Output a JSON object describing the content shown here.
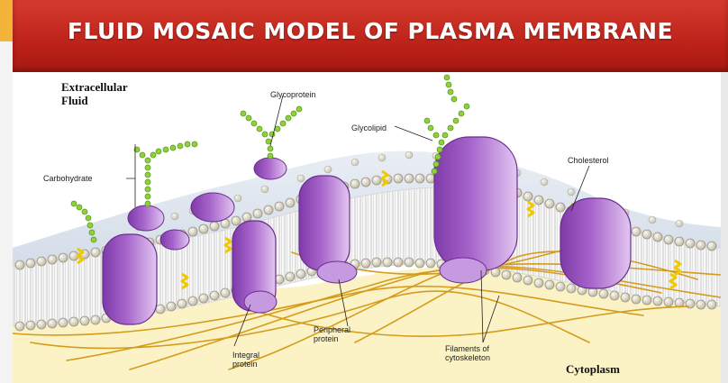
{
  "title": "FLUID MOSAIC MODEL OF PLASMA MEMBRANE",
  "labels": {
    "extracellular_line1": "Extracellular",
    "extracellular_line2": "Fluid",
    "glycoprotein": "Glycoprotein",
    "glycolipid": "Glycolipid",
    "carbohydrate": "Carbohydrate",
    "cholesterol": "Cholesterol",
    "peripheral_line1": "Peripheral",
    "peripheral_line2": "protein",
    "integral_line1": "Integral",
    "integral_line2": "protein",
    "filaments_line1": "Filaments of",
    "filaments_line2": "cytoskeleton",
    "cytoplasm": "Cytoplasm"
  },
  "colors": {
    "title_bar": "#c0281e",
    "accent": "#f4b33a",
    "protein": "#9b4fc0",
    "protein_light": "#d9b5ea",
    "lipid_head": "#e6e1cf",
    "glyco_chain": "#8fd13a",
    "cholesterol": "#f2c800",
    "filament": "#d59b1c",
    "cytoplasm": "#fbf3c6"
  }
}
